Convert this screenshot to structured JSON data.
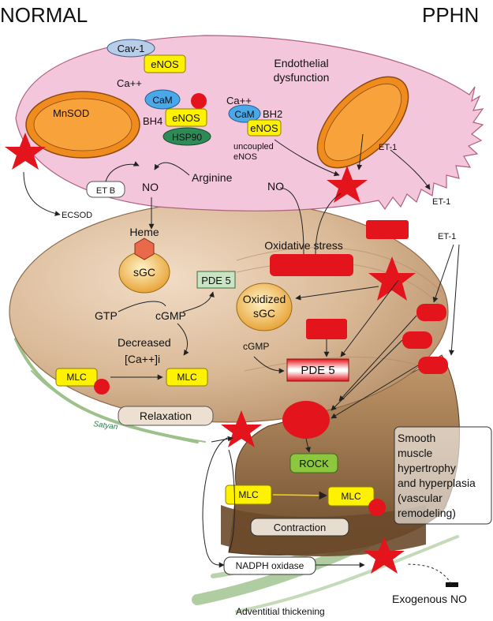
{
  "headers": {
    "left": "NORMAL",
    "right": "PPHN"
  },
  "endothelium": {
    "cav1": "Cav-1",
    "enos_top": "eNOS",
    "endothelial_dysfunction_l1": "Endothelial",
    "endothelial_dysfunction_l2": "dysfunction",
    "ca_left": "Ca++",
    "cam_left": "CaM",
    "enos_mid": "eNOS",
    "bh4": "BH4",
    "hsp90": "HSP90",
    "mnsod": "MnSOD",
    "ca_right": "Ca++",
    "cam_right": "CaM",
    "bh2": "BH2",
    "enos_right": "eNOS",
    "uncoupled_l1": "uncoupled",
    "uncoupled_l2": "eNOS",
    "et1_inner": "ET-1",
    "etb": "ET B",
    "no_left": "NO",
    "arginine": "Arginine",
    "no_right": "NO"
  },
  "outside": {
    "ecsod": "ECSOD",
    "et1_out1": "ET-1",
    "et1_out2": "ET-1"
  },
  "smooth_muscle": {
    "heme": "Heme",
    "sgc": "sGC",
    "pde5_normal": "PDE 5",
    "gtp": "GTP",
    "cgmp_left": "cGMP",
    "decreased_l1": "Decreased",
    "decreased_l2": "[Ca++]i",
    "mlc_left": "MLC",
    "mlc_left2": "MLC",
    "relaxation": "Relaxation",
    "signature": "Satyan",
    "oxidative_stress": "Oxidative stress",
    "oxidized_l1": "Oxidized",
    "oxidized_l2": "sGC",
    "cgmp_right": "cGMP",
    "pde5_pphn": "PDE 5",
    "rock": "ROCK",
    "mlc_right": "MLC",
    "mlc_right2": "MLC",
    "contraction": "Contraction",
    "nadph": "NADPH oxidase",
    "remodeling_l1": "Smooth",
    "remodeling_l2": "muscle",
    "remodeling_l3": "hypertrophy",
    "remodeling_l4": "and hyperplasia",
    "remodeling_l5": "(vascular",
    "remodeling_l6": "remodeling)",
    "exogenous_no": "Exogenous NO",
    "adventitial": "Adventitial thickening"
  },
  "colors": {
    "endothelium": "#f4c6dc",
    "mitochondria": "#f08c1e",
    "cell": "#d9b896",
    "red": "#e3141b",
    "yellow": "#fff200",
    "blue": "#4aa8e8",
    "green_label": "#2e8b57",
    "rock_green": "#8dc63f",
    "pde5_box": "#c9e3c4",
    "adventitia": "#9cc18a"
  }
}
